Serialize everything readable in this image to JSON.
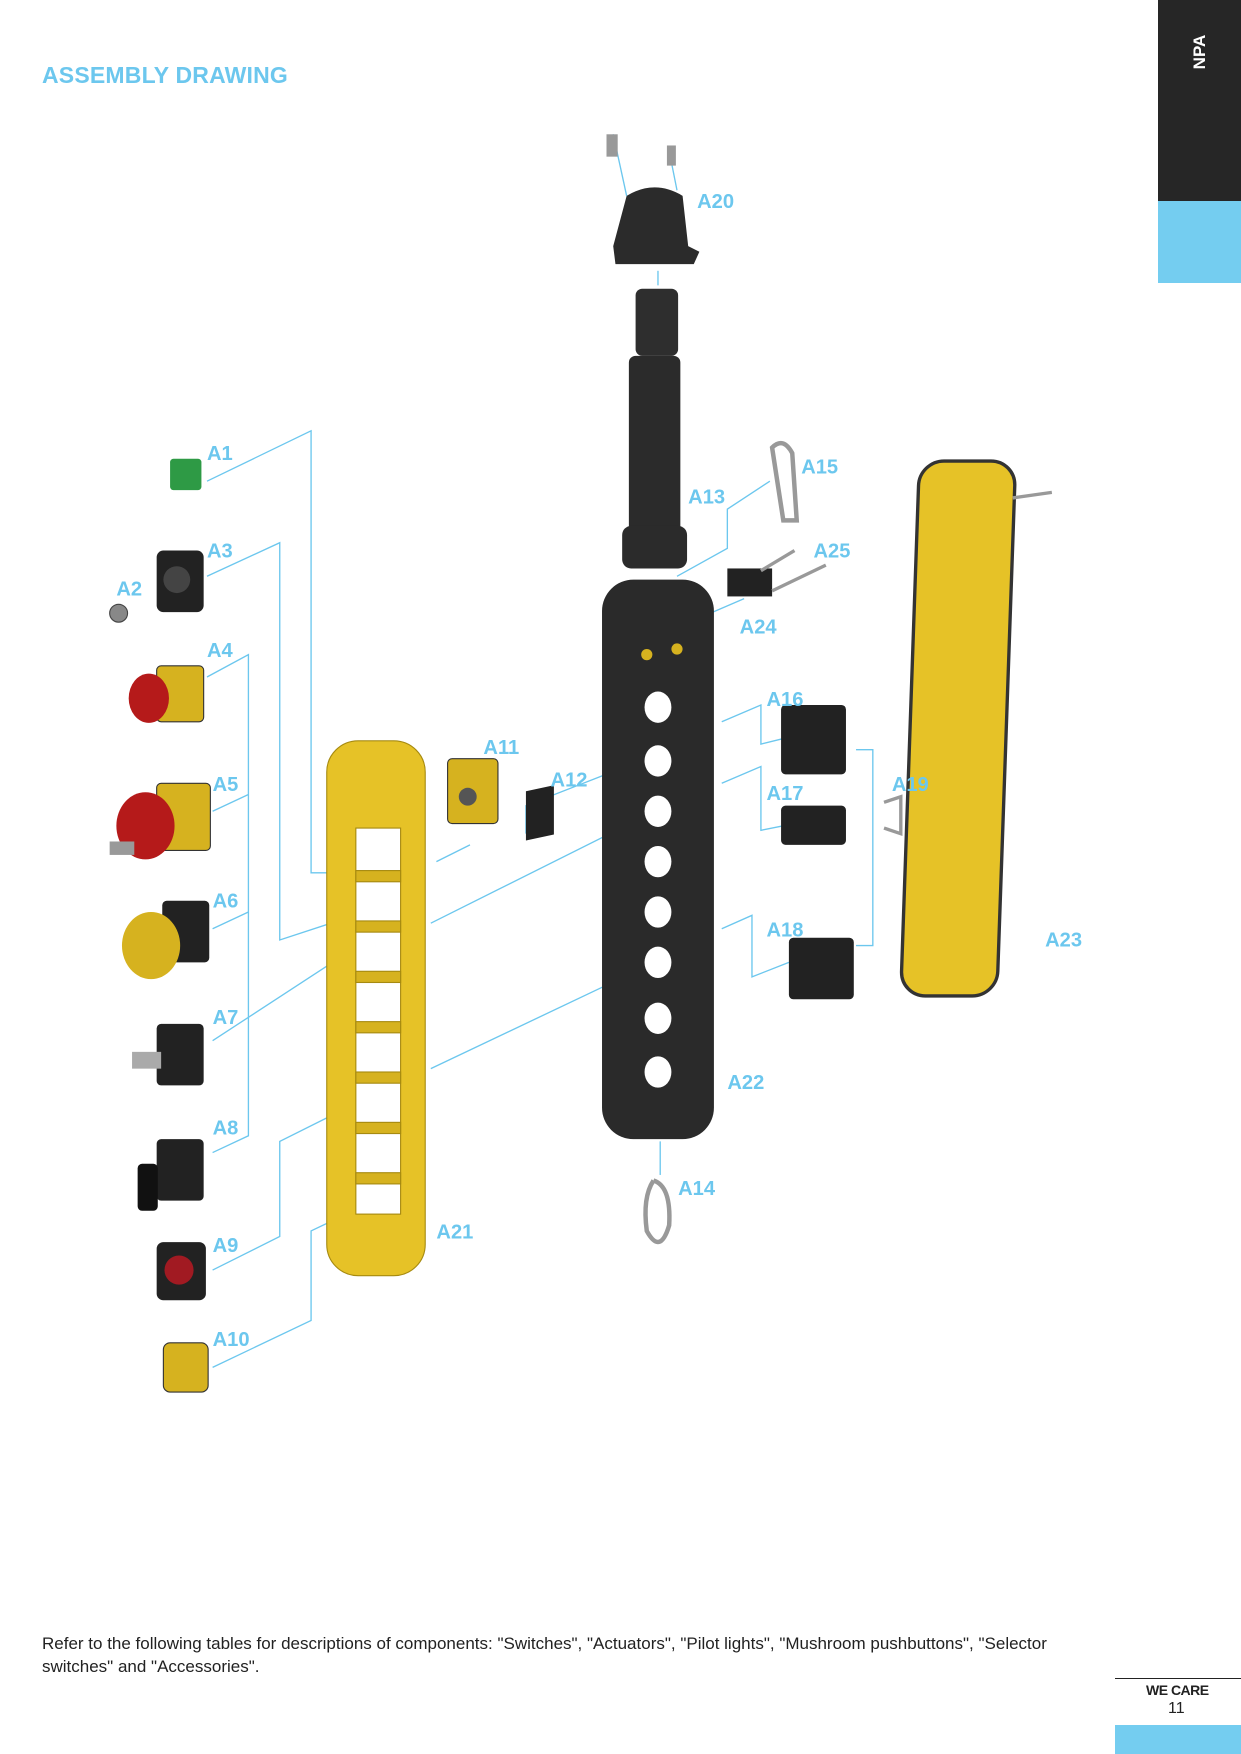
{
  "header": {
    "title": "ASSEMBLY DRAWING",
    "section_tab": "NPA"
  },
  "parts": [
    "A1",
    "A2",
    "A3",
    "A4",
    "A5",
    "A6",
    "A7",
    "A8",
    "A9",
    "A10",
    "A11",
    "A12",
    "A13",
    "A14",
    "A15",
    "A16",
    "A17",
    "A18",
    "A19",
    "A20",
    "A21",
    "A22",
    "A23",
    "A24",
    "A25"
  ],
  "note": "Refer to the following tables for descriptions of components: \"Switches\", \"Actuators\", \"Pilot lights\", \"Mushroom pushbuttons\", \"Selector switches\" and \"Accessories\".",
  "footer": {
    "brand": "WE CARE",
    "page_number": "11"
  },
  "colors": {
    "accent": "#6cc7ee",
    "tab_dark": "#262626",
    "yellow": "#e6c227"
  }
}
